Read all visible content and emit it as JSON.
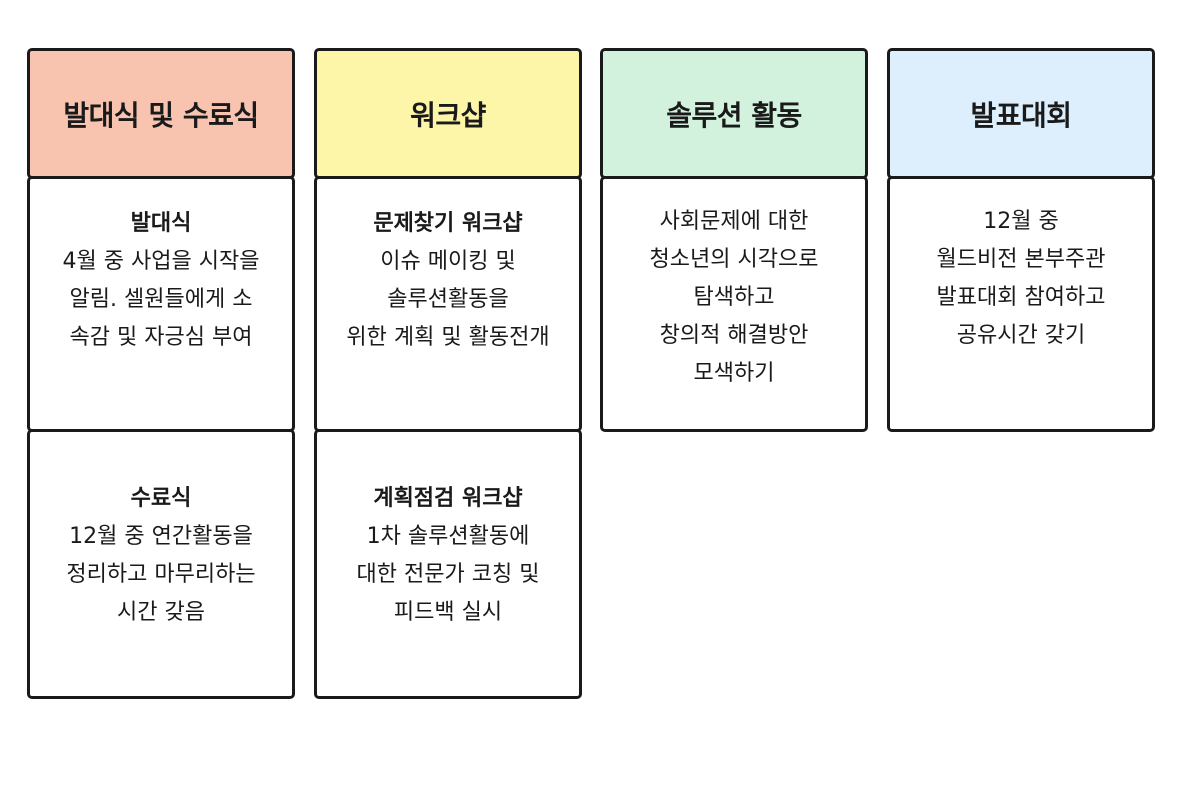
{
  "columns": [
    {
      "header": "발대식 및 수료식",
      "color": "#f8c4b0",
      "cards": [
        {
          "title": "발대식",
          "lines": [
            "4월 중 사업을 시작을",
            "알림. 셀원들에게 소",
            "속감 및 자긍심 부여"
          ]
        },
        {
          "title": "수료식",
          "lines": [
            "12월 중 연간활동을",
            "정리하고 마무리하는",
            "시간 갖음"
          ]
        }
      ]
    },
    {
      "header": "워크샵",
      "color": "#fdf5a8",
      "cards": [
        {
          "title": "문제찾기 워크샵",
          "lines": [
            "이슈 메이킹 및",
            "솔루션활동을",
            "위한 계획 및 활동전개"
          ]
        },
        {
          "title": "계획점검 워크샵",
          "lines": [
            "1차 솔루션활동에",
            "대한 전문가 코칭 및",
            "피드백 실시"
          ]
        }
      ]
    },
    {
      "header": "솔루션 활동",
      "color": "#d2f2de",
      "cards": [
        {
          "title": "",
          "lines": [
            "사회문제에 대한",
            "청소년의 시각으로",
            "탐색하고",
            "창의적 해결방안",
            "모색하기"
          ]
        }
      ]
    },
    {
      "header": "발표대회",
      "color": "#ddeffc",
      "cards": [
        {
          "title": "",
          "lines": [
            "12월 중",
            "월드비전 본부주관",
            "발표대회 참여하고",
            "공유시간 갖기"
          ]
        }
      ]
    }
  ]
}
